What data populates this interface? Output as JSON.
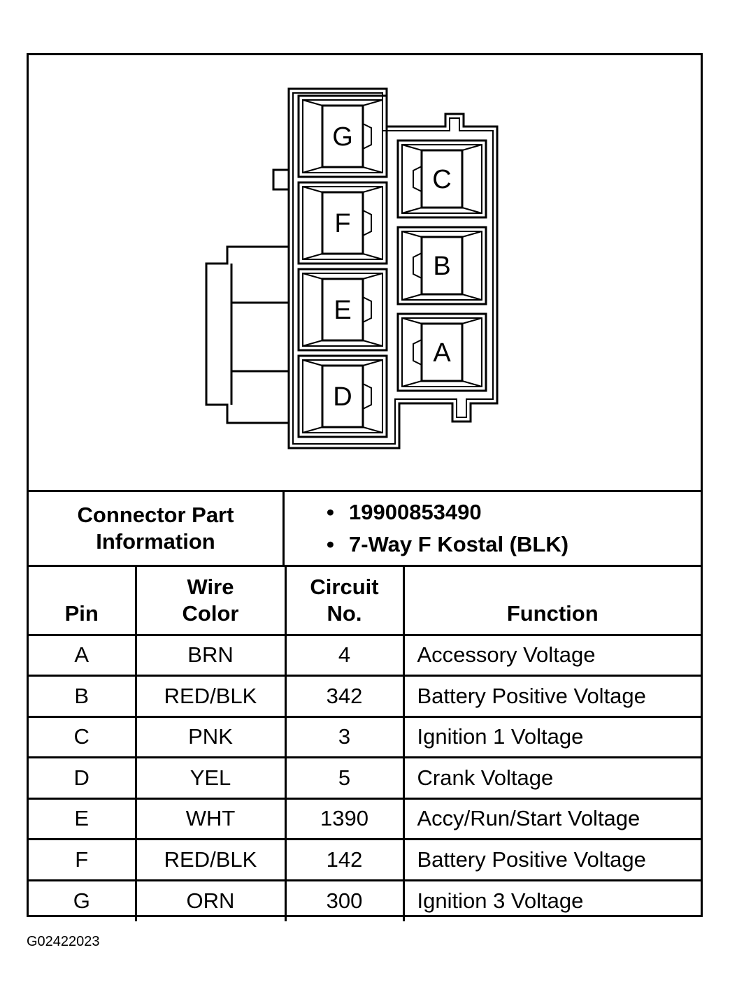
{
  "diagram": {
    "pins_left_column": [
      "G",
      "F",
      "E",
      "D"
    ],
    "pins_right_column": [
      "C",
      "B",
      "A"
    ]
  },
  "part_info": {
    "label_line1": "Connector Part",
    "label_line2": "Information",
    "bullet": "•",
    "values": [
      "19900853490",
      "7-Way F Kostal (BLK)"
    ]
  },
  "table": {
    "headers": {
      "pin": "Pin",
      "wire_color_line1": "Wire",
      "wire_color_line2": "Color",
      "circuit_line1": "Circuit",
      "circuit_line2": "No.",
      "function": "Function"
    },
    "rows": [
      {
        "pin": "A",
        "wire_color": "BRN",
        "circuit": "4",
        "function": "Accessory Voltage"
      },
      {
        "pin": "B",
        "wire_color": "RED/BLK",
        "circuit": "342",
        "function": "Battery Positive Voltage"
      },
      {
        "pin": "C",
        "wire_color": "PNK",
        "circuit": "3",
        "function": "Ignition 1 Voltage"
      },
      {
        "pin": "D",
        "wire_color": "YEL",
        "circuit": "5",
        "function": "Crank Voltage"
      },
      {
        "pin": "E",
        "wire_color": "WHT",
        "circuit": "1390",
        "function": "Accy/Run/Start Voltage"
      },
      {
        "pin": "F",
        "wire_color": "RED/BLK",
        "circuit": "142",
        "function": "Battery Positive Voltage"
      },
      {
        "pin": "G",
        "wire_color": "ORN",
        "circuit": "300",
        "function": "Ignition 3 Voltage"
      }
    ]
  },
  "figure_id": "G02422023"
}
